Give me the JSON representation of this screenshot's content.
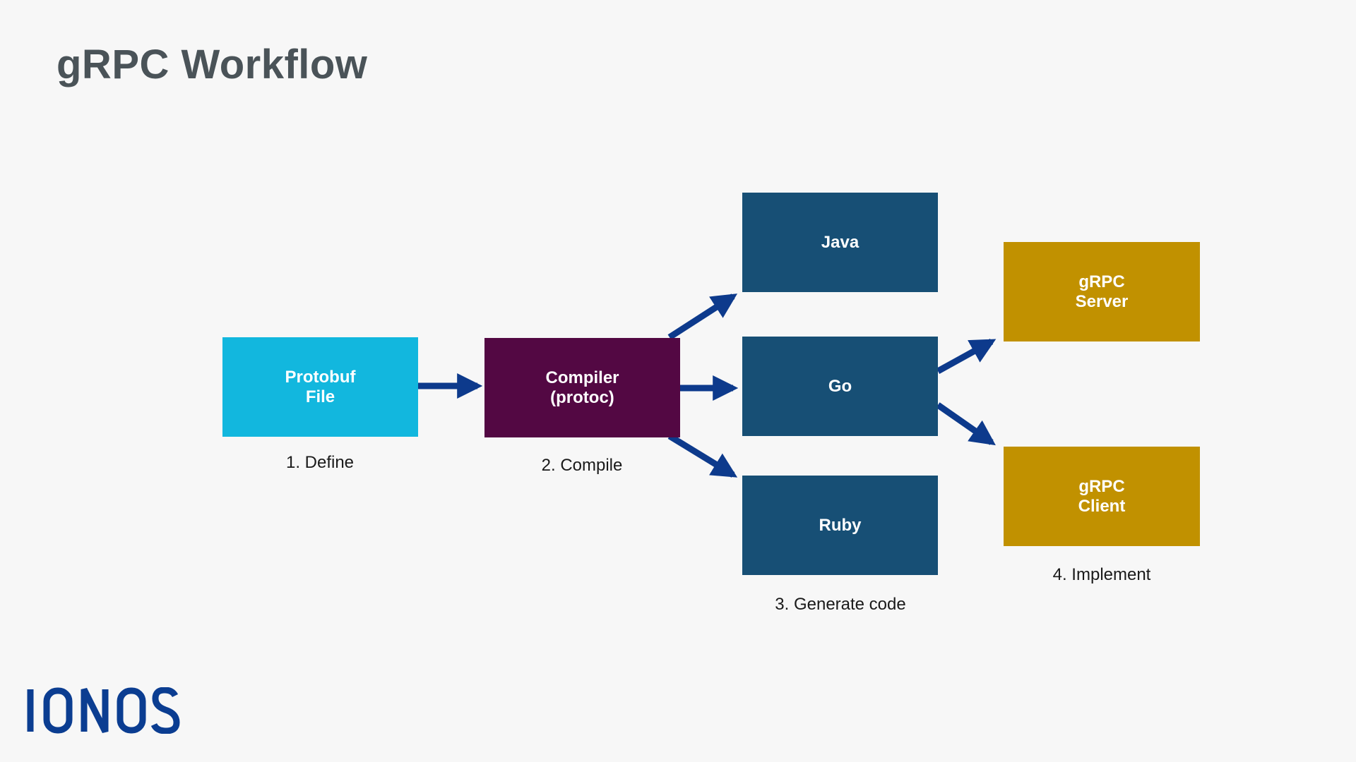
{
  "title": "gRPC Workflow",
  "colors": {
    "background": "#f7f7f7",
    "title": "#4a5358",
    "protobuf_box": "#12b7de",
    "compiler_box": "#530843",
    "language_box": "#174f75",
    "grpc_box": "#c19100",
    "arrow": "#0d3a8c",
    "logo": "#0b3d91"
  },
  "nodes": {
    "protobuf": "Protobuf\nFile",
    "compiler": "Compiler\n(protoc)",
    "java": "Java",
    "go": "Go",
    "ruby": "Ruby",
    "grpc_server": "gRPC\nServer",
    "grpc_client": "gRPC\nClient"
  },
  "steps": {
    "define": "1. Define",
    "compile": "2. Compile",
    "generate": "3. Generate code",
    "implement": "4. Implement"
  },
  "edges": [
    {
      "from": "Protobuf File",
      "to": "Compiler (protoc)"
    },
    {
      "from": "Compiler (protoc)",
      "to": "Java"
    },
    {
      "from": "Compiler (protoc)",
      "to": "Go"
    },
    {
      "from": "Compiler (protoc)",
      "to": "Ruby"
    },
    {
      "from": "Go",
      "to": "gRPC Server"
    },
    {
      "from": "Go",
      "to": "gRPC Client"
    }
  ],
  "logo": {
    "text": "IONOS"
  }
}
